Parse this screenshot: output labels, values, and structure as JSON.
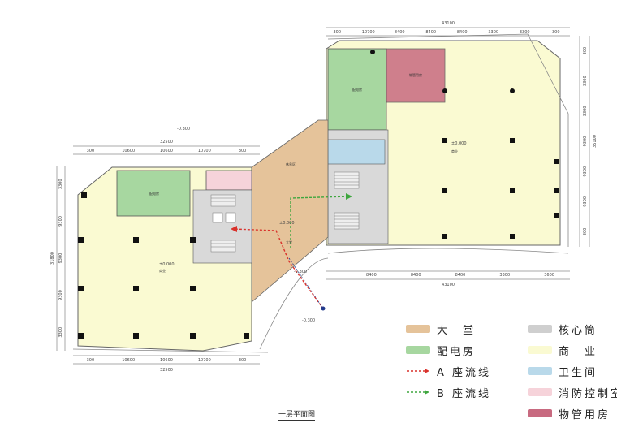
{
  "caption": "一层平面图",
  "legend": [
    {
      "key": "lobby",
      "label": "大　堂",
      "color": "#e5c39a",
      "kind": "swatch"
    },
    {
      "key": "core",
      "label": "核心筒",
      "color": "#cfcfcf",
      "kind": "swatch"
    },
    {
      "key": "power",
      "label": "配电房",
      "color": "#a7d7a0",
      "kind": "swatch"
    },
    {
      "key": "commercial",
      "label": "商　业",
      "color": "#fafad2",
      "kind": "swatch"
    },
    {
      "key": "flowA",
      "label": "A 座流线",
      "color": "#d9312b",
      "kind": "arrow"
    },
    {
      "key": "wc",
      "label": "卫生间",
      "color": "#b9d9ea",
      "kind": "swatch"
    },
    {
      "key": "flowB",
      "label": "B 座流线",
      "color": "#3ea63e",
      "kind": "arrow"
    },
    {
      "key": "fire",
      "label": "消防控制室",
      "color": "#f6d3da",
      "kind": "swatch"
    },
    {
      "key": "property",
      "label": "物管用房",
      "color": "#c86a80",
      "kind": "swatch"
    }
  ],
  "dimensions": {
    "right_top_total": "43100",
    "right_top": [
      "300",
      "10700",
      "8400",
      "8400",
      "8400",
      "3300",
      "3300",
      "300"
    ],
    "right_bottom_total": "43100",
    "right_bottom": [
      "8400",
      "8400",
      "8400",
      "3300",
      "3600"
    ],
    "right_side": [
      "300",
      "3300",
      "3300",
      "9300",
      "9300",
      "9300",
      "300"
    ],
    "right_side_total": "35100",
    "left_top_total": "32500",
    "left_top": [
      "300",
      "10600",
      "10600",
      "10700",
      "300"
    ],
    "left_bottom_total": "32500",
    "left_bottom": [
      "300",
      "10600",
      "10600",
      "10700",
      "300"
    ],
    "left_side": [
      "3300",
      "9300",
      "9300",
      "9300",
      "3300"
    ],
    "left_side_total": "31800"
  },
  "levels": [
    "-0.300",
    "±0.000",
    "±0.000",
    "±0.000",
    "-0.300",
    "-0.300"
  ],
  "rooms": {
    "power_left": "配电房",
    "power_right": "配电房",
    "commercial_left": "商业",
    "commercial_right": "商业",
    "lobby": "大堂",
    "property": "物管用房",
    "rest": "休息区"
  }
}
